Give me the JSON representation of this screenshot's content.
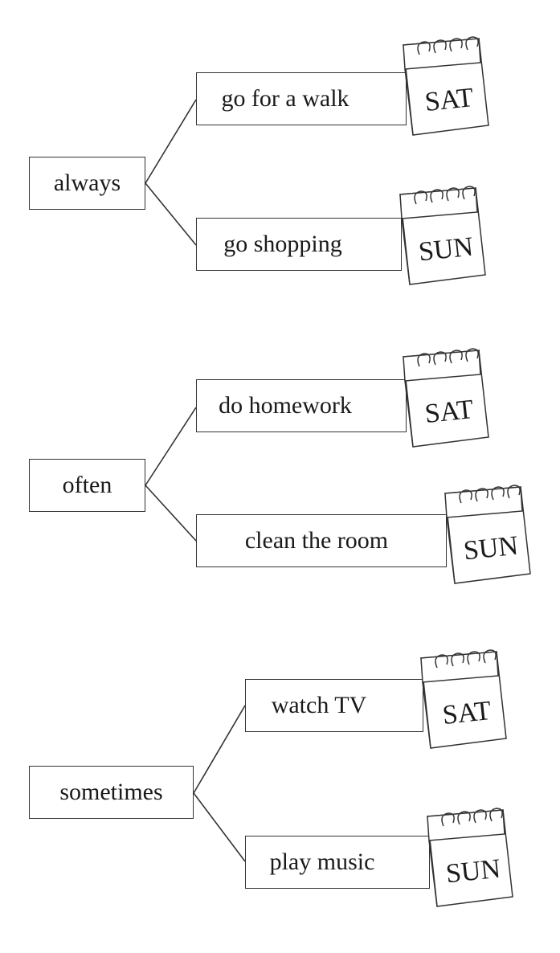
{
  "groups": [
    {
      "frequency": "always",
      "items": [
        {
          "activity": "go for a walk",
          "day": "SAT"
        },
        {
          "activity": "go shopping",
          "day": "SUN"
        }
      ]
    },
    {
      "frequency": "often",
      "items": [
        {
          "activity": "do homework",
          "day": "SAT"
        },
        {
          "activity": "clean the room",
          "day": "SUN"
        }
      ]
    },
    {
      "frequency": "sometimes",
      "items": [
        {
          "activity": "watch TV",
          "day": "SAT"
        },
        {
          "activity": "play music",
          "day": "SUN"
        }
      ]
    }
  ],
  "icons": {
    "calendar": "calendar-icon"
  }
}
